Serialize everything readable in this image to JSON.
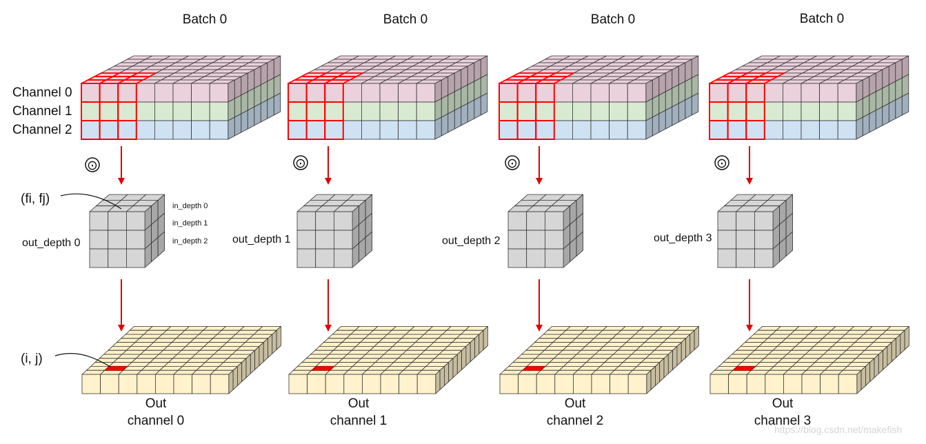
{
  "channel_labels": [
    "Channel 0",
    "Channel 1",
    "Channel 2"
  ],
  "columns": [
    {
      "batch": "Batch 0",
      "kernel": "out_depth 0",
      "out_line1": "Out",
      "out_line2": "channel 0"
    },
    {
      "batch": "Batch 0",
      "kernel": "out_depth 1",
      "out_line1": "Out",
      "out_line2": "channel 1"
    },
    {
      "batch": "Batch 0",
      "kernel": "out_depth 2",
      "out_line1": "Out",
      "out_line2": "channel 2"
    },
    {
      "batch": "Batch 0",
      "kernel": "out_depth 3",
      "out_line1": "Out",
      "out_line2": "channel 3"
    }
  ],
  "filter_index_label": "(fi,  fj)",
  "output_index_label": "(i,  j)",
  "in_depth_labels": [
    "in_depth 0",
    "in_depth 1",
    "in_depth 2"
  ],
  "operator_symbol": "⊙",
  "watermark": "https://blog.csdn.net/makefish",
  "colors": {
    "channel0": "#ead1dc",
    "channel1": "#d9ead3",
    "channel2": "#cfe2f3",
    "kernel": "#d6d6d6",
    "output": "#fff2cc",
    "highlight": "#ff0000",
    "arrow": "#e00000"
  }
}
